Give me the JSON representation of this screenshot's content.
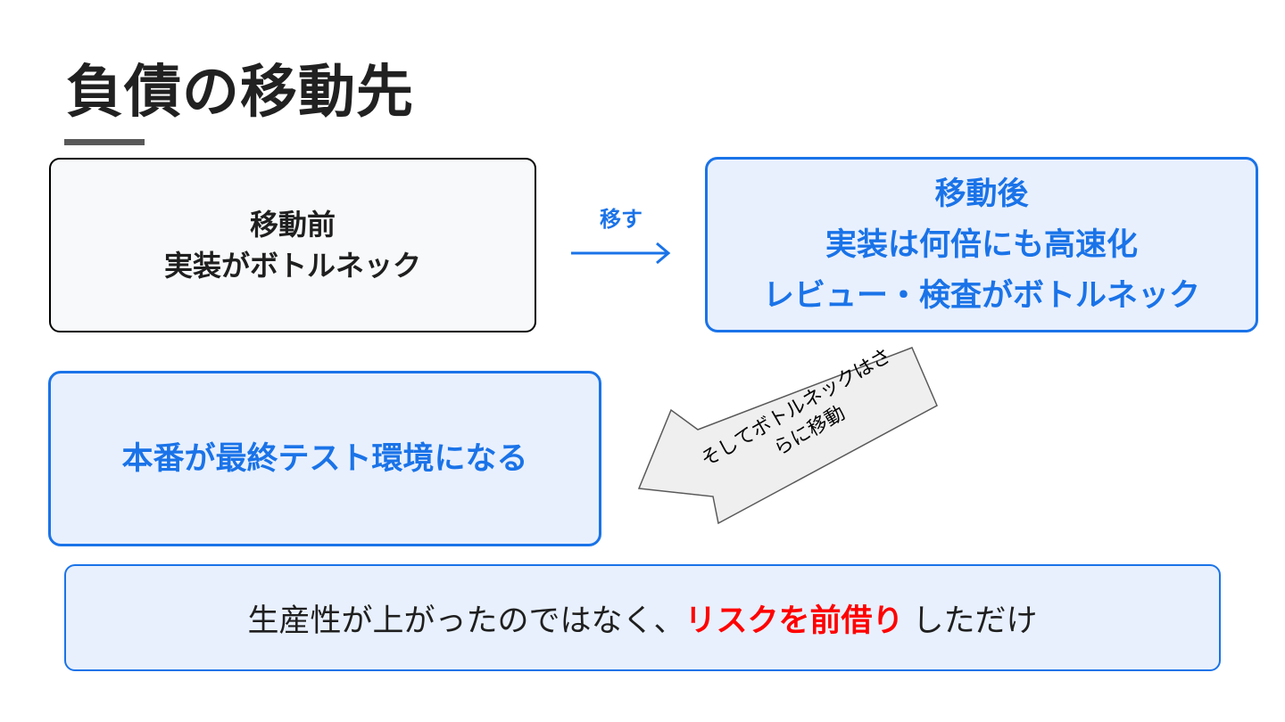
{
  "title": "負債の移動先",
  "before_box": {
    "line1": "移動前",
    "line2": "実装がボトルネック"
  },
  "move_arrow": {
    "label": "移す",
    "icon": "right-arrow-icon"
  },
  "after_box": {
    "line1": "移動後",
    "line2": "実装は何倍にも高速化",
    "line3": "レビュー・検査がボトルネック"
  },
  "big_arrow": {
    "line1": "そしてボトルネックはさ",
    "line2": "らに移動",
    "icon": "left-arrow-icon"
  },
  "production_box": {
    "text": "本番が最終テスト環境になる"
  },
  "summary": {
    "prefix": "生産性が上がったのではなく、",
    "emphasis": "リスクを前借り",
    "suffix": "しただけ"
  },
  "colors": {
    "accent_blue": "#1a73e8",
    "box_fill_blue": "#e8f0fe",
    "emphasis_red": "#ff0000",
    "title_text": "#212121"
  }
}
